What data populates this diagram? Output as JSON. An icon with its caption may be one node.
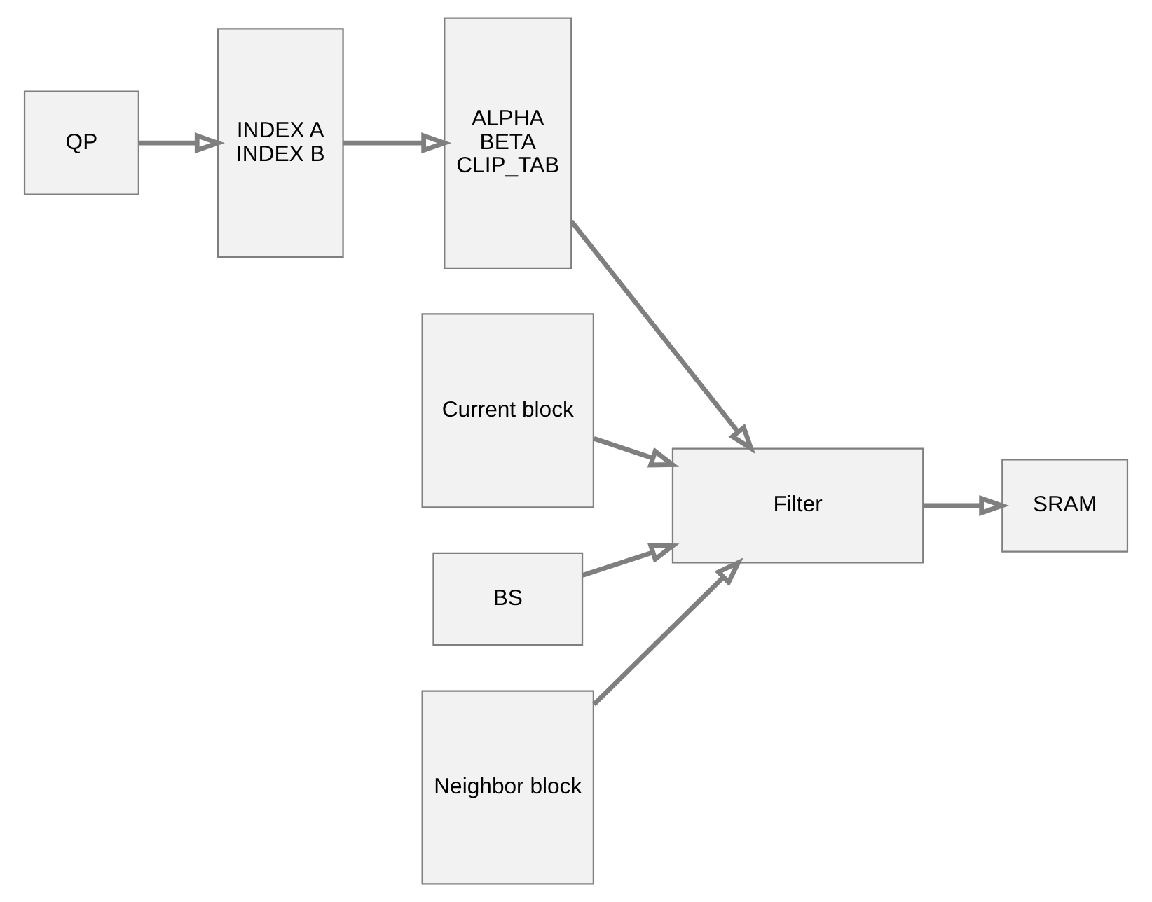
{
  "diagram": {
    "nodes": [
      {
        "text": [
          "QP"
        ]
      },
      {
        "text": [
          "INDEX A",
          "INDEX B"
        ]
      },
      {
        "text": [
          "ALPHA",
          "BETA",
          "CLIP_TAB"
        ]
      },
      {
        "text": [
          "Current block"
        ]
      },
      {
        "text": [
          "BS"
        ]
      },
      {
        "text": [
          "Filter"
        ]
      },
      {
        "text": [
          "SRAM"
        ]
      },
      {
        "text": [
          "Neighbor block"
        ]
      }
    ],
    "edges": [
      {
        "from": 0,
        "to": 1,
        "arrow": "to"
      },
      {
        "from": 1,
        "to": 2,
        "arrow": "to"
      },
      {
        "from": 2,
        "to": 5,
        "arrow": "to"
      },
      {
        "from": 3,
        "to": 5,
        "arrow": "to"
      },
      {
        "from": 4,
        "to": 5,
        "arrow": "to"
      },
      {
        "from": 5,
        "to": 6,
        "arrow": "to"
      },
      {
        "from": 7,
        "to": 5,
        "arrow": "to"
      }
    ]
  }
}
